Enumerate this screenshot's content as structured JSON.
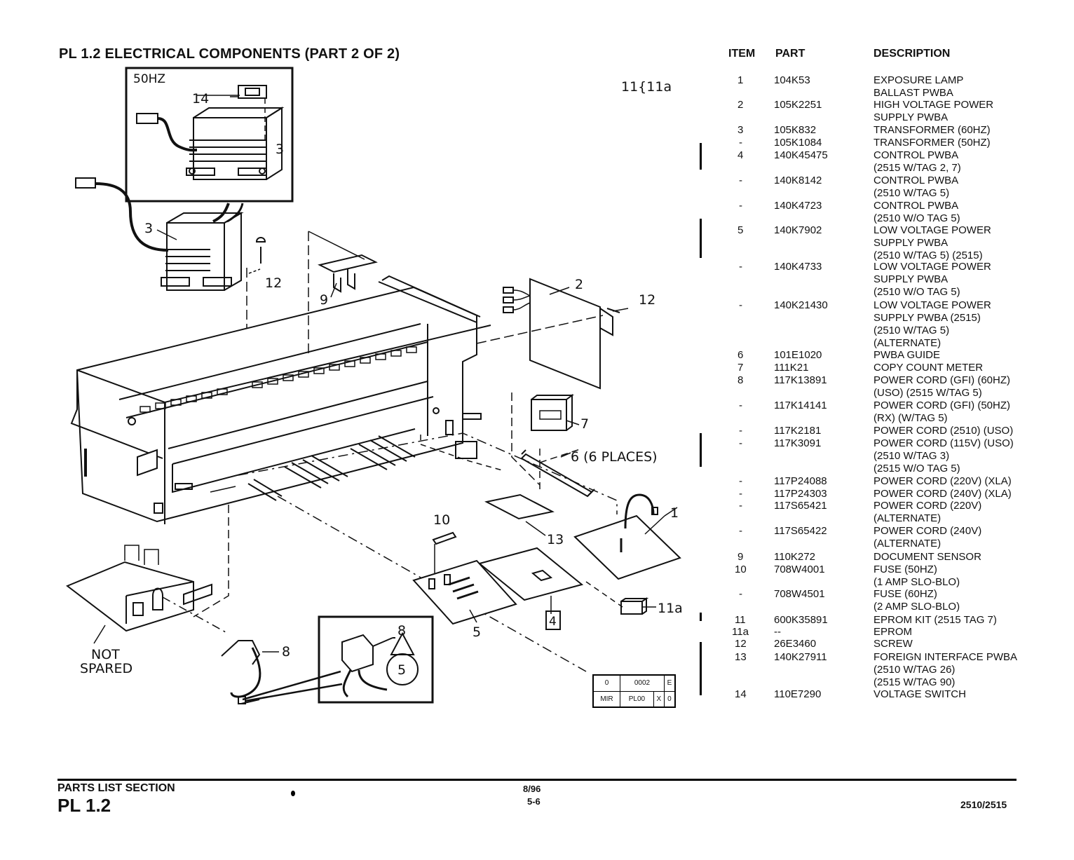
{
  "title": "PL 1.2 ELECTRICAL COMPONENTS (PART 2 OF 2)",
  "diagram": {
    "inset_label": "50HZ",
    "callout_11": "11{11a",
    "labels": {
      "l14": "14",
      "l3a": "3",
      "l3b": "3",
      "l12a": "12",
      "l9": "9",
      "l2": "2",
      "l12b": "12",
      "l7": "7",
      "l6": "6 (6 PLACES)",
      "l1": "1",
      "l13": "13",
      "l10": "10",
      "l11a": "11a",
      "l4": "4",
      "l5a": "5",
      "l8a": "8",
      "l8b": "8",
      "l5b": "5",
      "not_spared_1": "NOT",
      "not_spared_2": "SPARED"
    },
    "stamp": {
      "r1": [
        "0",
        "0002",
        "E"
      ],
      "r2": [
        "MIR",
        "PL00",
        "X",
        "0"
      ]
    }
  },
  "table": {
    "headers": {
      "item": "ITEM",
      "part": "PART",
      "description": "DESCRIPTION"
    },
    "rows": [
      {
        "item": "1",
        "part": "104K53",
        "desc": "EXPOSURE LAMP\nBALLAST PWBA"
      },
      {
        "item": "2",
        "part": "105K2251",
        "desc": "HIGH VOLTAGE POWER\nSUPPLY PWBA"
      },
      {
        "item": "3",
        "part": "105K832",
        "desc": "TRANSFORMER (60HZ)"
      },
      {
        "item": "-",
        "part": "105K1084",
        "desc": "TRANSFORMER (50HZ)"
      },
      {
        "item": "4",
        "part": "140K45475",
        "desc": "CONTROL PWBA\n(2515 W/TAG 2, 7)"
      },
      {
        "item": "-",
        "part": "140K8142",
        "desc": "CONTROL PWBA\n(2510 W/TAG 5)"
      },
      {
        "item": "-",
        "part": "140K4723",
        "desc": "CONTROL PWBA\n(2510 W/O TAG 5)"
      },
      {
        "item": "5",
        "part": "140K7902",
        "desc": "LOW VOLTAGE POWER\nSUPPLY PWBA\n(2510 W/TAG 5) (2515)"
      },
      {
        "item": "-",
        "part": "140K4733",
        "desc": "LOW VOLTAGE POWER\nSUPPLY PWBA\n(2510 W/O TAG 5)"
      },
      {
        "item": "-",
        "part": "140K21430",
        "desc": "LOW VOLTAGE POWER\nSUPPLY PWBA (2515)\n(2510 W/TAG 5)\n(ALTERNATE)"
      },
      {
        "item": "6",
        "part": "101E1020",
        "desc": "PWBA GUIDE"
      },
      {
        "item": "7",
        "part": "111K21",
        "desc": "COPY COUNT METER"
      },
      {
        "item": "8",
        "part": "117K13891",
        "desc": "POWER CORD (GFI) (60HZ)\n(USO) (2515 W/TAG 5)"
      },
      {
        "item": "-",
        "part": "117K14141",
        "desc": "POWER CORD (GFI) (50HZ)\n(RX) (W/TAG 5)"
      },
      {
        "item": "-",
        "part": "117K2181",
        "desc": "POWER CORD (2510) (USO)"
      },
      {
        "item": "-",
        "part": "117K3091",
        "desc": "POWER CORD (115V) (USO)\n(2510 W/TAG 3)\n(2515 W/O TAG 5)"
      },
      {
        "item": "-",
        "part": "117P24088",
        "desc": "POWER CORD (220V) (XLA)"
      },
      {
        "item": "-",
        "part": "117P24303",
        "desc": "POWER CORD (240V) (XLA)"
      },
      {
        "item": "-",
        "part": "117S65421",
        "desc": "POWER CORD (220V)\n(ALTERNATE)"
      },
      {
        "item": "-",
        "part": "117S65422",
        "desc": "POWER CORD (240V)\n(ALTERNATE)"
      },
      {
        "item": "9",
        "part": "110K272",
        "desc": "DOCUMENT SENSOR"
      },
      {
        "item": "10",
        "part": "708W4001",
        "desc": "FUSE (50HZ)\n(1 AMP SLO-BLO)"
      },
      {
        "item": "-",
        "part": "708W4501",
        "desc": "FUSE (60HZ)\n(2 AMP SLO-BLO)"
      },
      {
        "item": "11",
        "part": "600K35891",
        "desc": "EPROM KIT (2515 TAG 7)"
      },
      {
        "item": "11a",
        "part": "--",
        "desc": "EPROM"
      },
      {
        "item": "12",
        "part": "26E3460",
        "desc": "SCREW"
      },
      {
        "item": "13",
        "part": "140K27911",
        "desc": "FOREIGN INTERFACE PWBA\n(2510 W/TAG 26)\n(2515 W/TAG 90)"
      },
      {
        "item": "14",
        "part": "110E7290",
        "desc": "VOLTAGE SWITCH"
      }
    ]
  },
  "footer": {
    "section": "PARTS LIST SECTION",
    "pl": "PL 1.2",
    "date": "8/96",
    "page": "5-6",
    "model": "2510/2515"
  }
}
